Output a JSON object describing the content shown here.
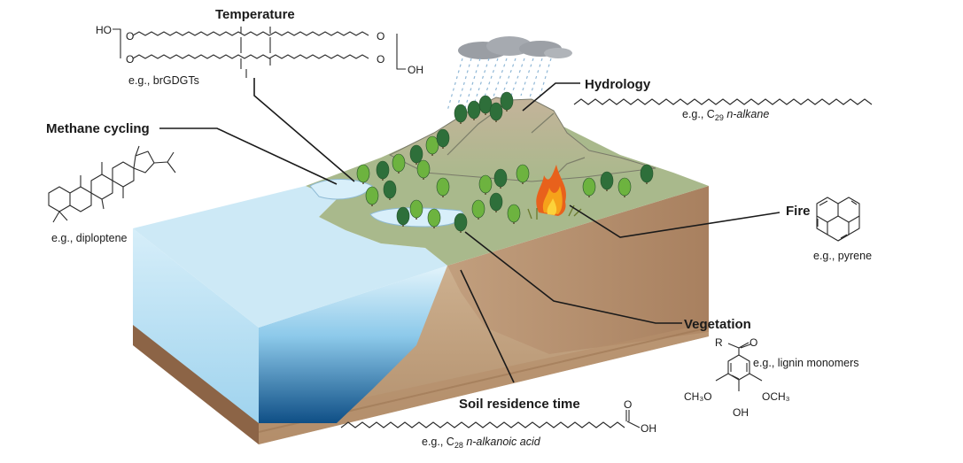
{
  "proxies": {
    "temperature": {
      "label": "Temperature",
      "example": "e.g., brGDGTs",
      "ho": "HO",
      "oh": "OH",
      "o": "O"
    },
    "hydrology": {
      "label": "Hydrology",
      "example_prefix": "e.g., C",
      "example_sub": "29",
      "example_suffix": " n-alkane"
    },
    "methane": {
      "label": "Methane cycling",
      "example": "e.g., diploptene"
    },
    "fire": {
      "label": "Fire",
      "example": "e.g., pyrene"
    },
    "vegetation": {
      "label": "Vegetation",
      "example": "e.g., lignin monomers",
      "r": "R",
      "o": "O",
      "och3_left": "CH₃O",
      "och3_right": "OCH₃",
      "oh": "OH"
    },
    "soil": {
      "label": "Soil residence time",
      "example_prefix": "e.g., C",
      "example_sub": "28",
      "example_suffix": " n-alkanoic acid",
      "o": "O",
      "oh": "OH"
    }
  },
  "colors": {
    "water_top": "#d3ecf8",
    "water_deep": "#0f4f86",
    "land_top": "#a9b98c",
    "soil": "#c9a889",
    "soil_dark": "#8c6446",
    "tree_dark": "#2e6f3a",
    "tree_light": "#6db33f",
    "fire": "#e8611c"
  }
}
